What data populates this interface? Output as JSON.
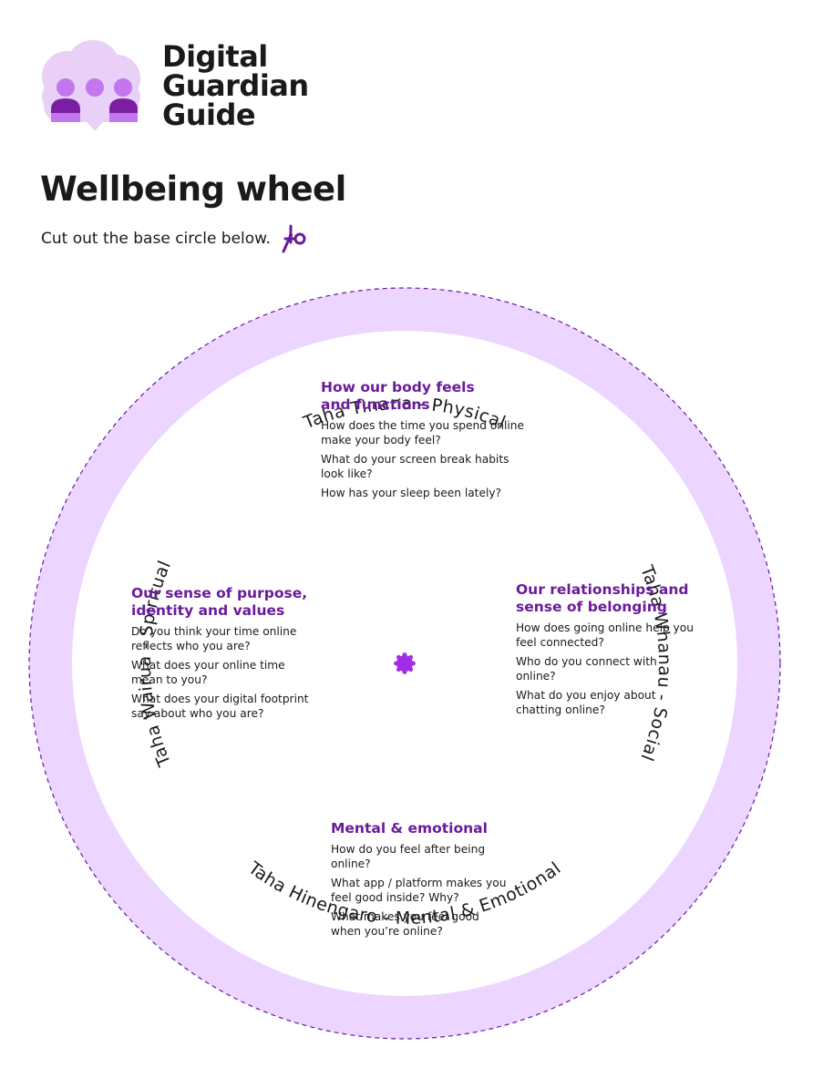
{
  "brand": {
    "line1": "Digital",
    "line2": "Guardian",
    "line3": "Guide"
  },
  "title": "Wellbeing wheel",
  "instruction": "Cut out the base circle below.",
  "icons": {
    "logo": "family-cloud-logo-icon",
    "scissors": "scissors-icon",
    "center": "center-pin-icon"
  },
  "colors": {
    "ring": "#ecd5ff",
    "accent": "#6a1b9a",
    "center": "#a12de8",
    "logo_light": "#e9d0f7",
    "logo_mid": "#c277ef",
    "logo_dark": "#7b1fa2"
  },
  "ring_labels": {
    "physical": "Taha Tinana - Physical",
    "social": "Taha Whanau - Social",
    "mental": "Taha  Hinengaro - Mental & Emotional",
    "spiritual": "Taha Wairua - Spiritual"
  },
  "sections": {
    "physical": {
      "heading": "How our body feels and functions",
      "questions": [
        "How does the time you spend online make your body feel?",
        "What do your screen break habits look like?",
        "How has your sleep been lately?"
      ]
    },
    "spiritual": {
      "heading": "Our sense of purpose, identity and values",
      "questions": [
        "Do you think your time online reflects who you are?",
        "What does your online time mean to you?",
        "What does your digital footprint say about who you are?"
      ]
    },
    "social": {
      "heading": "Our relationships and sense of belonging",
      "questions": [
        "How does going online help you feel connected?",
        "Who do you connect with online?",
        "What do you enjoy about chatting online?"
      ]
    },
    "mental": {
      "heading": "Mental & emotional",
      "questions": [
        "How do you feel after being online?",
        "What app / platform makes you feel good inside? Why?",
        "What makes you feel good when you’re online?"
      ]
    }
  }
}
